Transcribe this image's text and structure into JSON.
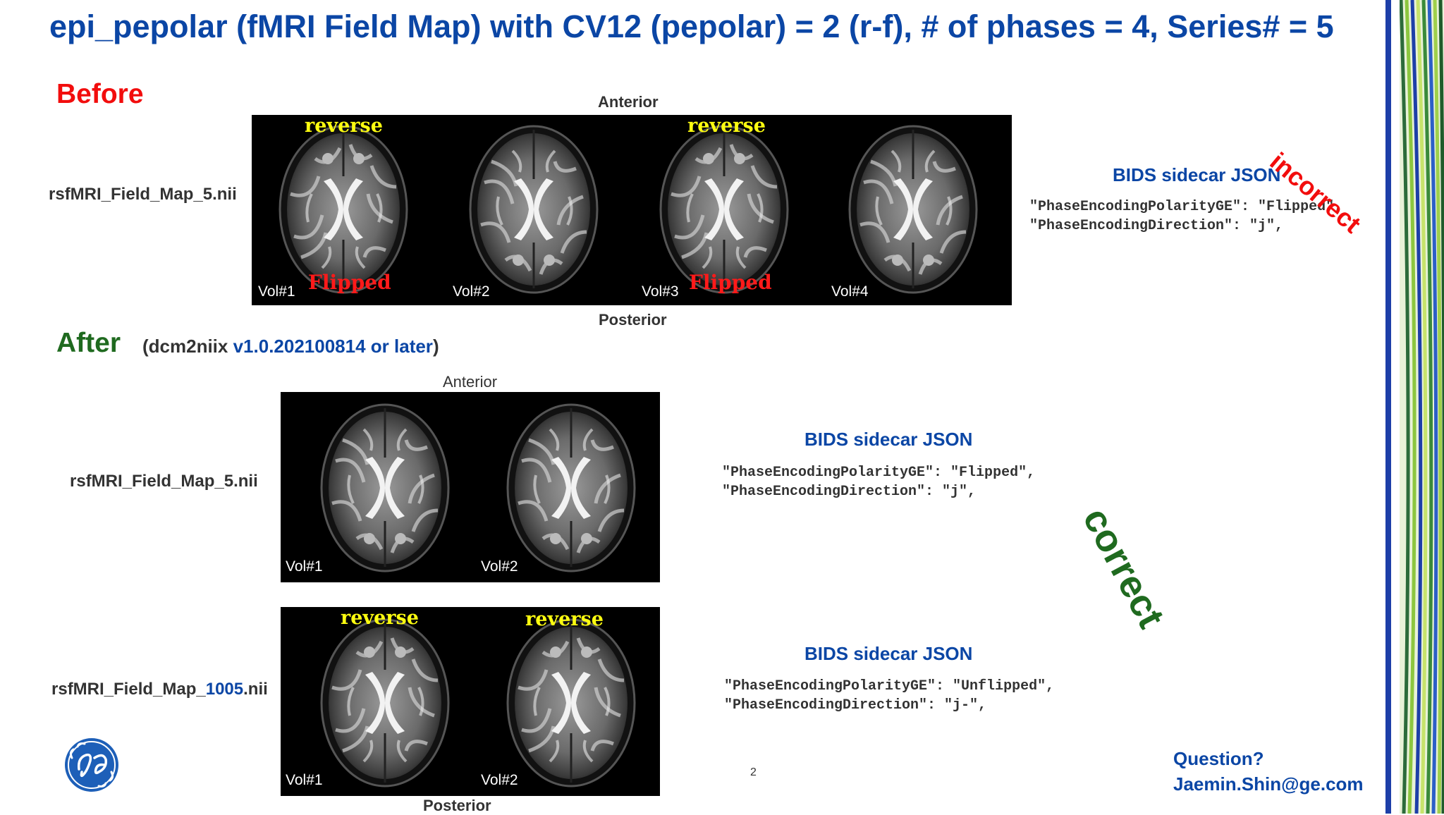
{
  "title": "epi_pepolar (fMRI Field Map) with CV12 (pepolar) = 2 (r-f), # of phases = 4, Series# = 5",
  "before": {
    "heading": "Before",
    "file_label": "rsfMRI_Field_Map_5.nii",
    "anterior": "Anterior",
    "posterior": "Posterior",
    "vols": [
      "Vol#1",
      "Vol#2",
      "Vol#3",
      "Vol#4"
    ],
    "reverse_label": "reverse",
    "flipped_label": "Flipped",
    "bids_heading": "BIDS sidecar JSON",
    "json_line1": "\"PhaseEncodingPolarityGE\": \"Flipped\",",
    "json_line2": "\"PhaseEncodingDirection\": \"j\",",
    "verdict": "incorrect"
  },
  "after": {
    "heading": "After",
    "note_open": "(dcm2niix ",
    "note_version": "v1.0.202100814 or later",
    "note_close": ")",
    "anterior": "Anterior",
    "posterior": "Posterior",
    "file1_label": "rsfMRI_Field_Map_5.nii",
    "file2_prefix": "rsfMRI_Field_Map_",
    "file2_num": "1005",
    "file2_suffix": ".nii",
    "vols": [
      "Vol#1",
      "Vol#2"
    ],
    "reverse_label": "reverse",
    "bids_heading_1": "BIDS sidecar JSON",
    "json1_line1": "\"PhaseEncodingPolarityGE\": \"Flipped\",",
    "json1_line2": "\"PhaseEncodingDirection\": \"j\",",
    "bids_heading_2": "BIDS sidecar JSON",
    "json2_line1": "\"PhaseEncodingPolarityGE\": \"Unflipped\",",
    "json2_line2": "\"PhaseEncodingDirection\": \"j-\",",
    "verdict": "correct"
  },
  "page_number": "2",
  "contact": {
    "line1": "Question?",
    "line2": "Jaemin.Shin@ge.com"
  },
  "colors": {
    "title_blue": "#0b46a5",
    "before_red": "#f20d0d",
    "after_green": "#1f6a1f",
    "reverse_yellow": "#ffff10"
  }
}
